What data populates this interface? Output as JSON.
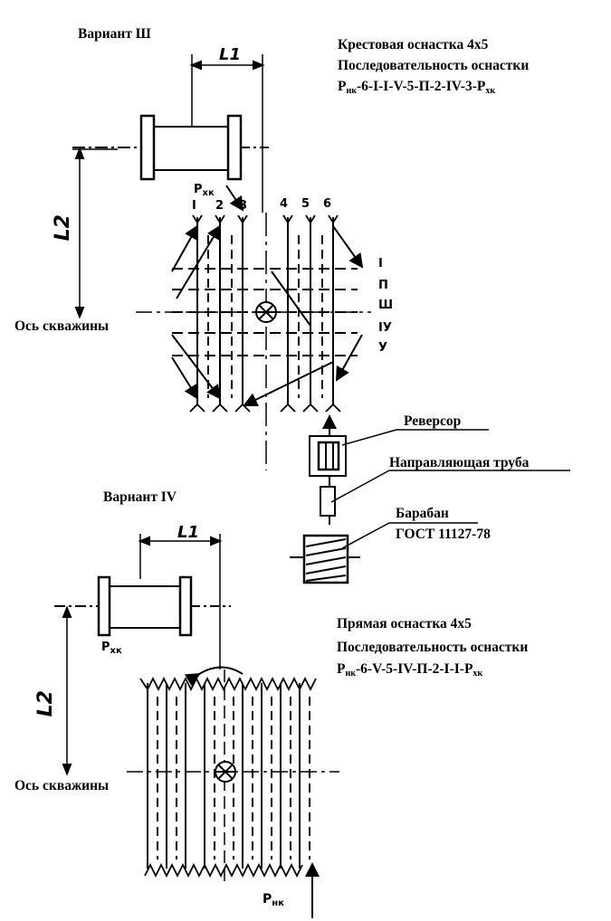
{
  "variant3": {
    "title": "Вариант Ш",
    "heading1": "Крестовая оснастка 4х5",
    "heading2": "Последовательность оснастки",
    "seq_prefix": "Р",
    "seq_prefix_sub": "нк",
    "seq_body": "-6-I-I-V-5-П-2-IV-3-Р",
    "seq_suffix_sub": "хк",
    "dim_l1": "L1",
    "dim_l2": "L2",
    "p_label": "Р",
    "p_label_sub": "хк",
    "axis_label": "Ось скважины",
    "line_numbers": [
      "I",
      "2",
      "3",
      "4",
      "5",
      "6"
    ],
    "roller_numbers": [
      "I",
      "П",
      "Ш",
      "IУ",
      "У"
    ]
  },
  "equipment": {
    "reversor": "Реверсор",
    "guide_pipe": "Направляющая труба",
    "drum_line1": "Барабан",
    "drum_line2": "ГОСТ 11127-78"
  },
  "variant4": {
    "title": "Вариант IV",
    "heading1": "Прямая оснастка 4х5",
    "heading2": "Последовательность оснастки",
    "seq_prefix": "Р",
    "seq_prefix_sub": "нк",
    "seq_body": "-6-V-5-IV-П-2-I-I-Р",
    "seq_suffix_sub": "хк",
    "dim_l1": "L1",
    "dim_l2": "L2",
    "p_top": "Р",
    "p_top_sub": "хк",
    "p_bottom": "Р",
    "p_bottom_sub": "нк",
    "axis_label": "Ось скважины"
  }
}
